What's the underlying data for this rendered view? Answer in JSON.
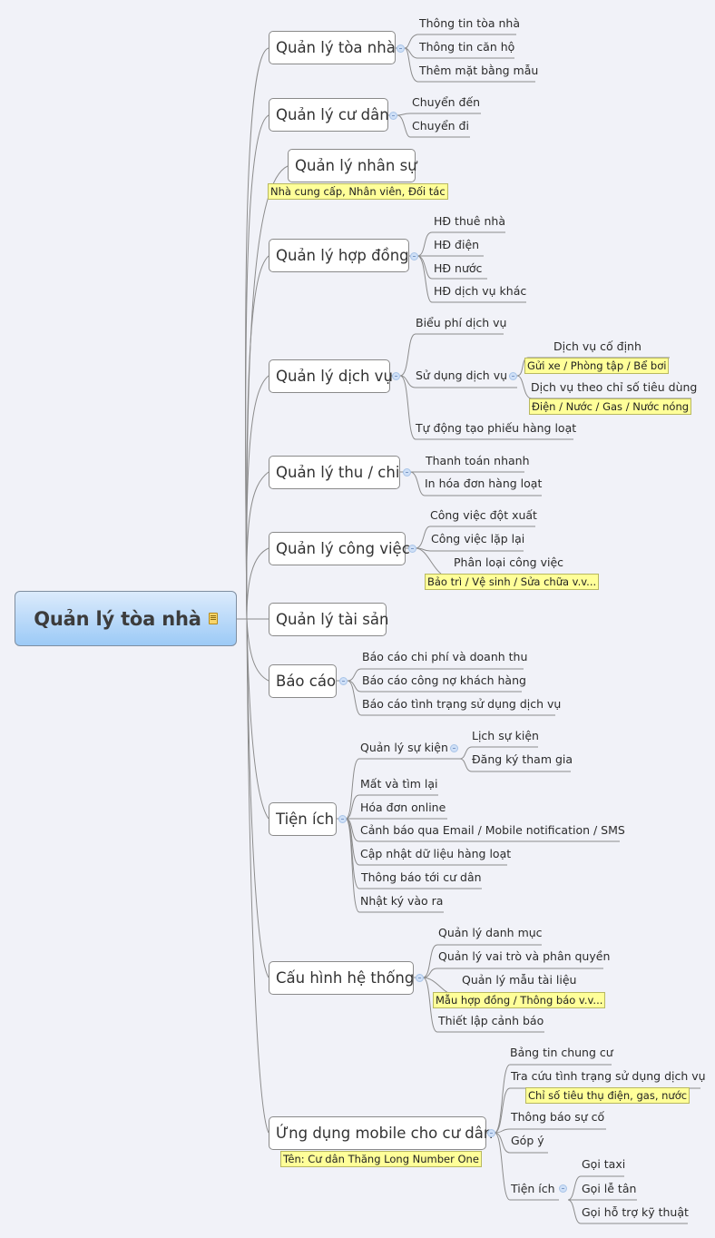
{
  "colors": {
    "background": "#f1f2f8",
    "root_gradient_top": "#dcebfc",
    "root_gradient_bottom": "#9ccaf6",
    "node_border": "#8a8a8a",
    "note_fill": "#ffff99",
    "line": "#8c8c8c",
    "collapse_fill": "#cfe0f7"
  },
  "root": {
    "label": "Quản lý tòa nhà",
    "icon": "note-icon"
  },
  "branches": [
    {
      "label": "Quản lý tòa nhà",
      "children": [
        "Thông tin tòa nhà",
        "Thông tin căn hộ",
        "Thêm mặt bằng mẫu"
      ]
    },
    {
      "label": "Quản lý cư dân",
      "children": [
        "Chuyển đến",
        "Chuyển đi"
      ]
    },
    {
      "label": "Quản lý nhân sự",
      "note": "Nhà cung cấp, Nhân viên, Đối tác",
      "children": []
    },
    {
      "label": "Quản lý hợp đồng",
      "children": [
        "HĐ thuê nhà",
        "HĐ điện",
        "HĐ nước",
        "HĐ dịch vụ khác"
      ]
    },
    {
      "label": "Quản lý dịch vụ",
      "children": [
        {
          "label": "Biểu phí dịch vụ"
        },
        {
          "label": "Sử dụng dịch vụ",
          "children": [
            {
              "label": "Dịch vụ cố định",
              "note": "Gửi xe / Phòng tập / Bể bơi"
            },
            {
              "label": "Dịch vụ theo chỉ số tiêu dùng",
              "note": "Điện / Nước / Gas / Nước nóng"
            }
          ]
        },
        {
          "label": "Tự động tạo phiếu hàng loạt"
        }
      ]
    },
    {
      "label": "Quản lý thu / chi",
      "children": [
        "Thanh toán nhanh",
        "In hóa đơn hàng loạt"
      ]
    },
    {
      "label": "Quản lý công việc",
      "children": [
        {
          "label": "Công việc đột xuất"
        },
        {
          "label": "Công việc lặp lại"
        },
        {
          "label": "Phân loại công việc",
          "note": "Bảo trì / Vệ sinh / Sửa chữa v.v..."
        }
      ]
    },
    {
      "label": "Quản lý tài sản",
      "children": []
    },
    {
      "label": "Báo cáo",
      "children": [
        "Báo cáo chi phí và doanh thu",
        "Báo cáo công nợ khách hàng",
        "Báo cáo tình trạng sử dụng dịch vụ"
      ]
    },
    {
      "label": "Tiện ích",
      "children": [
        {
          "label": "Quản lý sự kiện",
          "children": [
            "Lịch sự kiện",
            "Đăng ký tham gia"
          ]
        },
        {
          "label": "Mất và tìm lại"
        },
        {
          "label": "Hóa đơn online"
        },
        {
          "label": "Cảnh báo qua Email / Mobile notification / SMS"
        },
        {
          "label": "Cập nhật dữ liệu hàng loạt"
        },
        {
          "label": "Thông báo tới cư dân"
        },
        {
          "label": "Nhật ký vào ra"
        }
      ]
    },
    {
      "label": "Cấu hình hệ thống",
      "children": [
        {
          "label": "Quản lý danh mục"
        },
        {
          "label": "Quản lý vai trò và phân quyền"
        },
        {
          "label": "Quản lý mẫu tài liệu",
          "note": "Mẫu hợp đồng / Thông báo v.v..."
        },
        {
          "label": "Thiết lập cảnh báo"
        }
      ]
    },
    {
      "label": "Ứng dụng mobile cho cư dân",
      "note": "Tên: Cư dân Thăng Long Number One",
      "children": [
        {
          "label": "Bảng tin chung cư"
        },
        {
          "label": "Tra cứu tình trạng sử dụng dịch vụ",
          "note": "Chỉ số tiêu thụ điện, gas, nước"
        },
        {
          "label": "Thông báo sự cố"
        },
        {
          "label": "Góp ý"
        },
        {
          "label": "Tiện ích",
          "children": [
            "Gọi taxi",
            "Gọi lễ tân",
            "Gọi hỗ trợ kỹ thuật"
          ]
        }
      ]
    }
  ]
}
